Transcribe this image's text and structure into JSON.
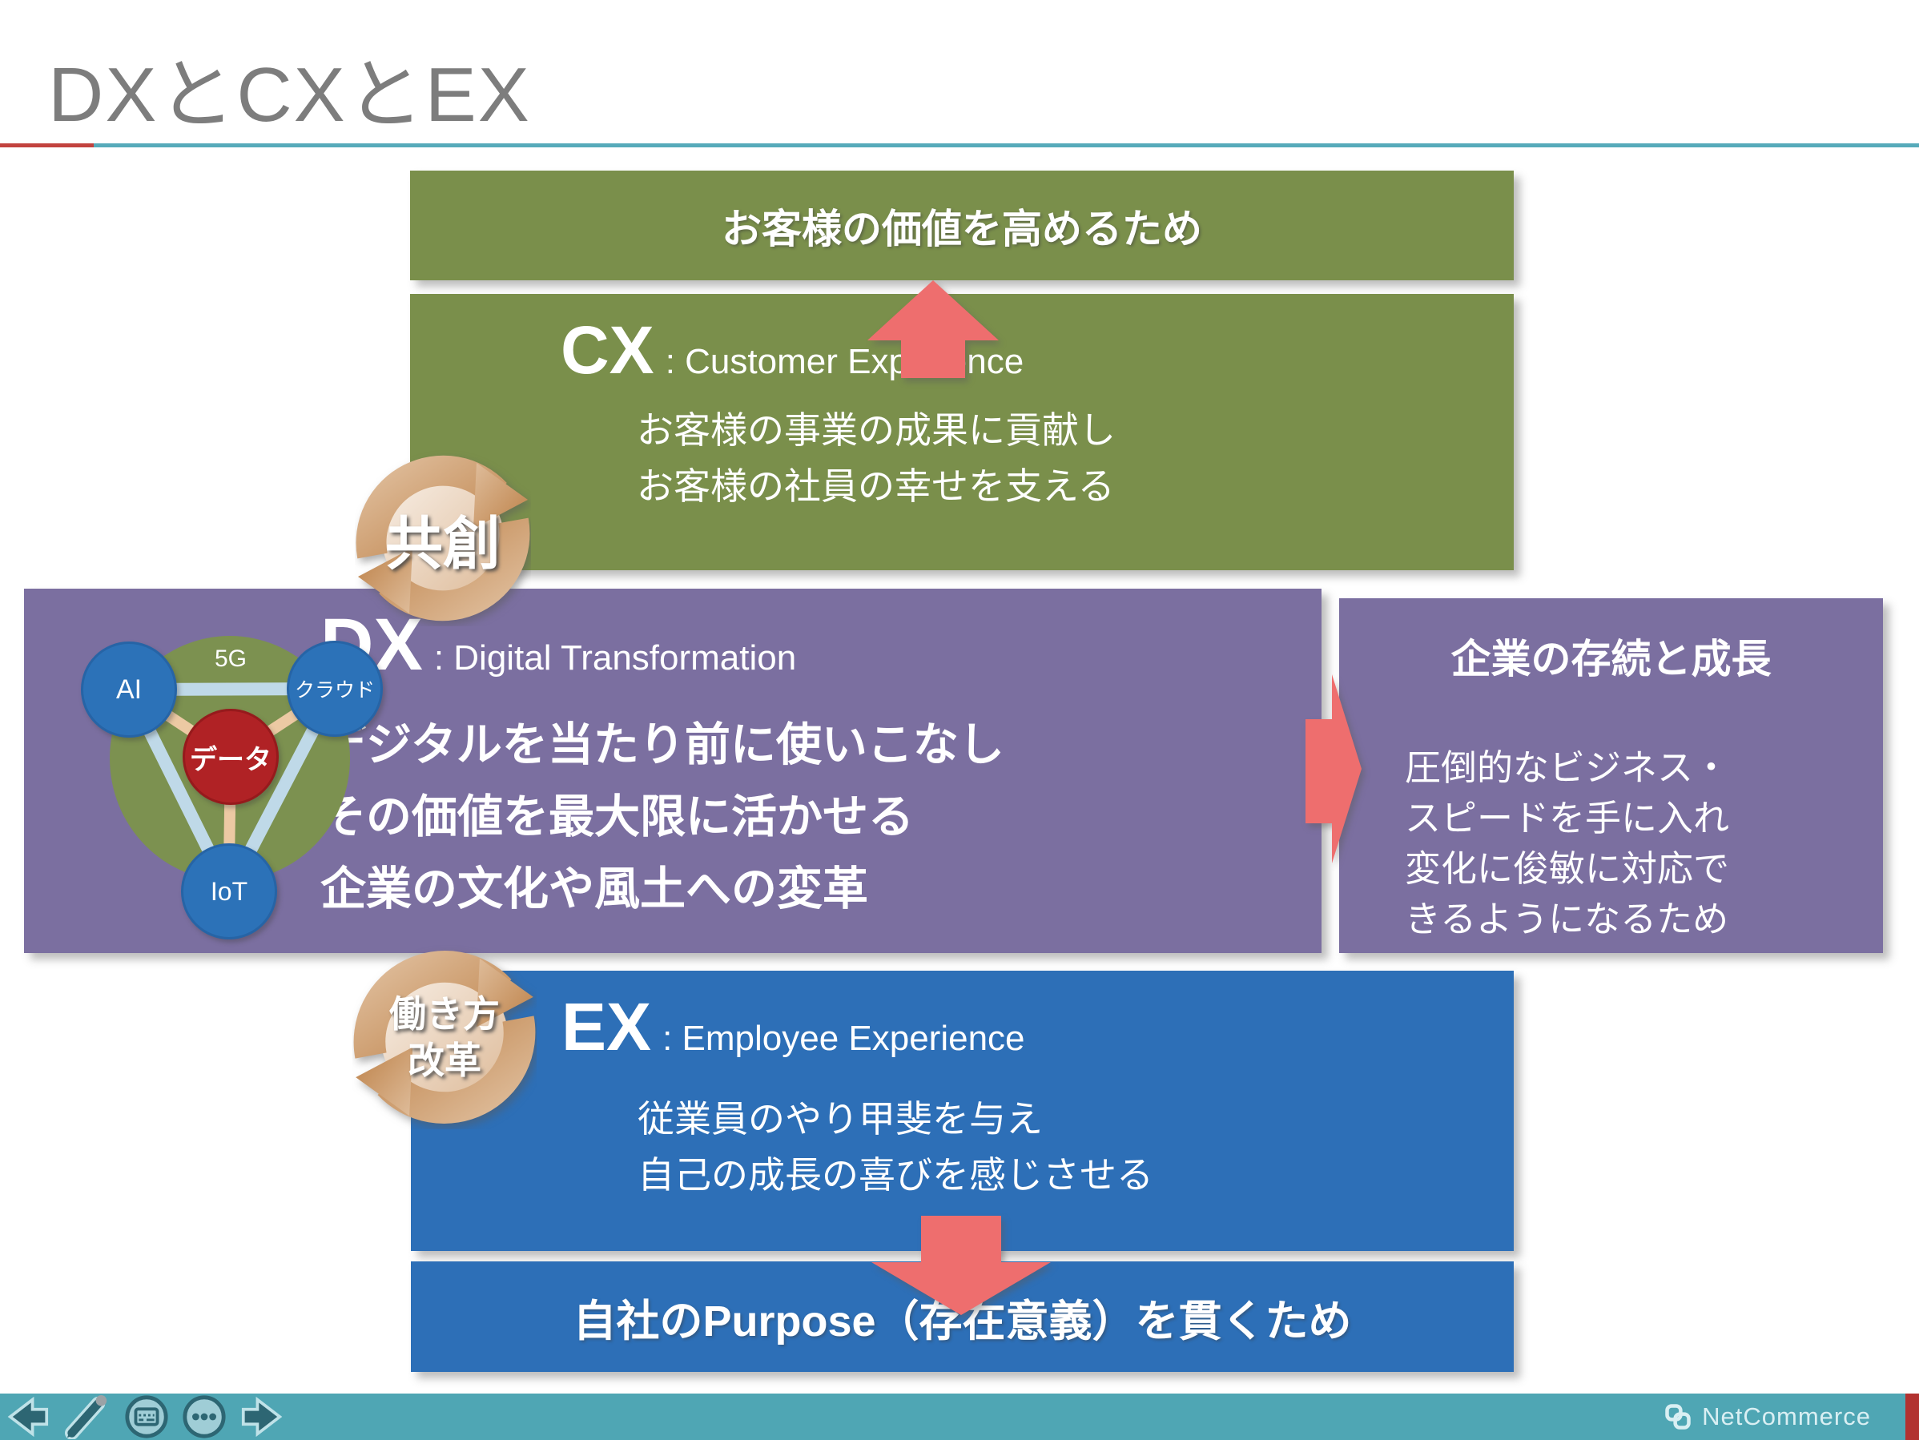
{
  "title": "DXとCXとEX",
  "top_box": {
    "text": "お客様の価値を高めるため"
  },
  "cx_box": {
    "abbr": "CX",
    "full": ": Customer Experience",
    "lines": [
      "お客様の事業の成果に貢献し",
      "お客様の社員の幸せを支える"
    ]
  },
  "badge_cocreation": {
    "text": "共創"
  },
  "dx_box": {
    "abbr": "DX",
    "full": ": Digital Transformation",
    "lines": [
      "デジタルを当たり前に使いこなし",
      "その価値を最大限に活かせる",
      "企業の文化や風土への変革"
    ]
  },
  "diagram": {
    "top_label": "5G",
    "left_node": "AI",
    "right_node": "クラウド",
    "bottom_node": "IoT",
    "center_node": "データ"
  },
  "right_box": {
    "title": "企業の存続と成長",
    "lines": [
      "圧倒的なビジネス・",
      "スピードを手に入れ",
      "変化に俊敏に対応で",
      "きるようになるため"
    ]
  },
  "badge_workstyle": {
    "line1": "働き方",
    "line2": "改革"
  },
  "ex_box": {
    "abbr": "EX",
    "full": ": Employee Experience",
    "lines": [
      "従業員のやり甲斐を与え",
      "自己の成長の喜びを感じさせる"
    ]
  },
  "bottom_bar": {
    "text": "自社のPurpose（存在意義）を貫くため"
  },
  "footer": {
    "brand": "NetCommerce",
    "icons": [
      "back-arrow-icon",
      "pen-icon",
      "keyboard-icon",
      "ellipsis-icon",
      "forward-arrow-icon"
    ]
  },
  "colors": {
    "olive_green": "#7a8f4b",
    "purple": "#7b6fa0",
    "blue": "#2d6fb7",
    "salmon_arrow": "#ee6e6e",
    "data_red": "#b02225",
    "footer_teal": "#4fa6b4",
    "footer_red_strip": "#b23230",
    "rule_red": "#c2423e",
    "rule_teal": "#56aaba",
    "title_gray": "#7d7d7d",
    "badge_tan": "#c89060"
  }
}
